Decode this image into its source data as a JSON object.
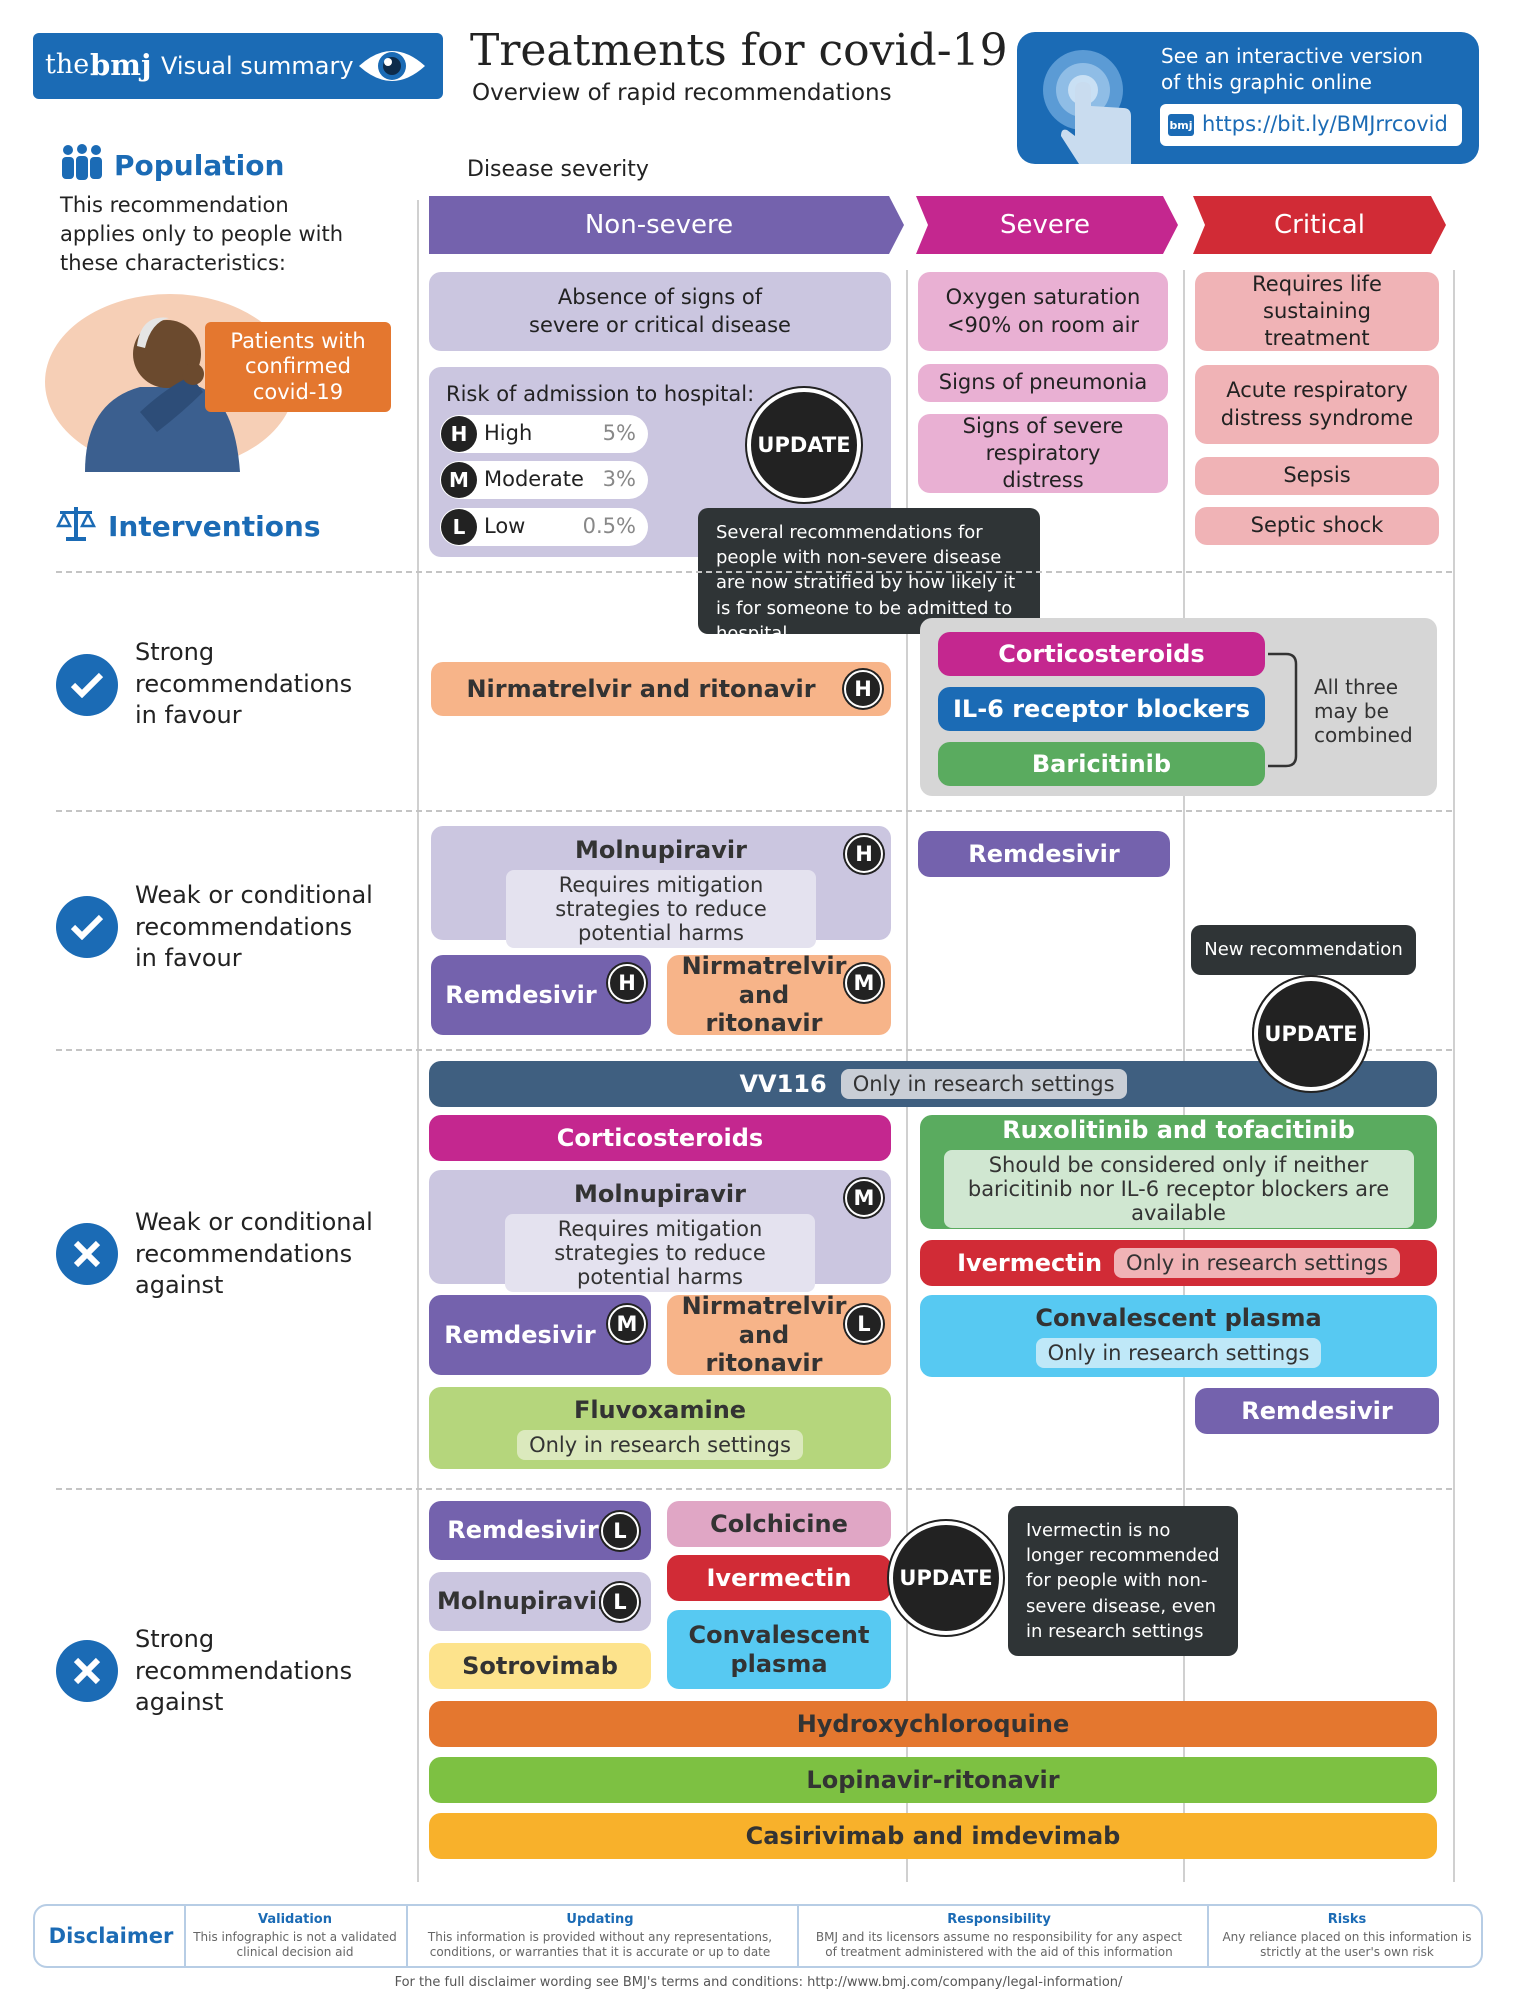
{
  "logo": {
    "the": "the",
    "bmj": "bmj",
    "visual_summary": "Visual summary"
  },
  "header": {
    "title": "Treatments for covid-19",
    "subtitle": "Overview of rapid recommendations"
  },
  "online": {
    "text1": "See an interactive version",
    "text2": "of this graphic online",
    "badge": "bmj",
    "url": "https://bit.ly/BMJrrcovid"
  },
  "population": {
    "heading": "Population",
    "desc1": "This recommendation",
    "desc2": "applies only to people with",
    "desc3": "these characteristics:",
    "patients": "Patients with confirmed covid-19"
  },
  "interventions": {
    "heading": "Interventions"
  },
  "disease_severity": "Disease severity",
  "columns": {
    "nonsevere": "Non-severe",
    "severe": "Severe",
    "critical": "Critical"
  },
  "nonsevere": {
    "absence": "Absence of signs of severe or critical disease",
    "risk_title": "Risk of admission to hospital:",
    "risks": [
      {
        "b": "H",
        "name": "High",
        "pct": "5%"
      },
      {
        "b": "M",
        "name": "Moderate",
        "pct": "3%"
      },
      {
        "b": "L",
        "name": "Low",
        "pct": "0.5%"
      }
    ]
  },
  "severe_signs": [
    "Oxygen saturation <90% on room air",
    "Signs of pneumonia",
    "Signs of severe respiratory distress"
  ],
  "critical_signs": [
    "Requires life sustaining treatment",
    "Acute respiratory distress syndrome",
    "Sepsis",
    "Septic shock"
  ],
  "update_label": "UPDATE",
  "tip1": "Several recommendations for people with non-severe disease are now stratified by how likely it is for someone to be admitted to hospital",
  "tip2": "New recommendation",
  "tip3": "Ivermectin is no longer recommended for people with non-severe disease, even in research settings",
  "rows": {
    "strong_favour": "Strong recommendations in favour",
    "weak_favour": "Weak or conditional recommendations in favour",
    "weak_against": "Weak or conditional recommendations against",
    "strong_against": "Strong recommendations against"
  },
  "sf": {
    "nirma": "Nirmatrelvir and ritonavir",
    "nirma_b": "H",
    "cortico": "Corticosteroids",
    "il6": "IL-6 receptor blockers",
    "bari": "Baricitinib",
    "combined": "All three may be combined"
  },
  "wf": {
    "molnu": "Molnupiravir",
    "molnu_b": "H",
    "molnu_sub": "Requires mitigation strategies to reduce potential harms",
    "remde": "Remdesivir",
    "remde_b": "H",
    "nirma": "Nirmatrelvir and ritonavir",
    "nirma_b": "M",
    "remde_severe": "Remdesivir"
  },
  "wa": {
    "vv116": "VV116",
    "vv116_sub": "Only in research settings",
    "cortico": "Corticosteroids",
    "molnu": "Molnupiravir",
    "molnu_b": "M",
    "molnu_sub": "Requires mitigation strategies to reduce potential harms",
    "remde": "Remdesivir",
    "remde_b": "M",
    "nirma": "Nirmatrelvir and ritonavir",
    "nirma_b": "L",
    "fluvox": "Fluvoxamine",
    "fluvox_sub": "Only in research settings",
    "ruxo": "Ruxolitinib and tofacitinib",
    "ruxo_sub": "Should be considered only if neither baricitinib nor IL-6 receptor blockers are available",
    "iver": "Ivermectin",
    "iver_sub": "Only in research settings",
    "conv": "Convalescent plasma",
    "conv_sub": "Only in research settings",
    "remde_crit": "Remdesivir"
  },
  "sa": {
    "remde": "Remdesivir",
    "remde_b": "L",
    "molnu": "Molnupiravir",
    "molnu_b": "L",
    "sotro": "Sotrovimab",
    "colch": "Colchicine",
    "iver": "Ivermectin",
    "conv": "Convalescent plasma",
    "hcq": "Hydroxychloroquine",
    "lopi": "Lopinavir-ritonavir",
    "casi": "Casirivimab and imdevimab"
  },
  "disclaimer": {
    "label": "Disclaimer",
    "items": [
      {
        "h": "Validation",
        "t": "This infographic is not a validated clinical decision aid"
      },
      {
        "h": "Updating",
        "t": "This information is provided without any representations, conditions, or warranties that it is accurate or up to date"
      },
      {
        "h": "Responsibility",
        "t": "BMJ and its licensors assume no responsibility for any aspect of treatment administered with the aid of this information"
      },
      {
        "h": "Risks",
        "t": "Any reliance placed on this information is strictly at the user's own risk"
      }
    ],
    "footer": "For the full disclaimer wording see BMJ's terms and conditions: http://www.bmj.com/company/legal-information/"
  },
  "colors": {
    "blue": "#1b6bb5",
    "purple": "#7462ad",
    "magenta": "#c4278f",
    "red": "#d12b36",
    "orange": "#e4772f",
    "green": "#5aab5f"
  }
}
